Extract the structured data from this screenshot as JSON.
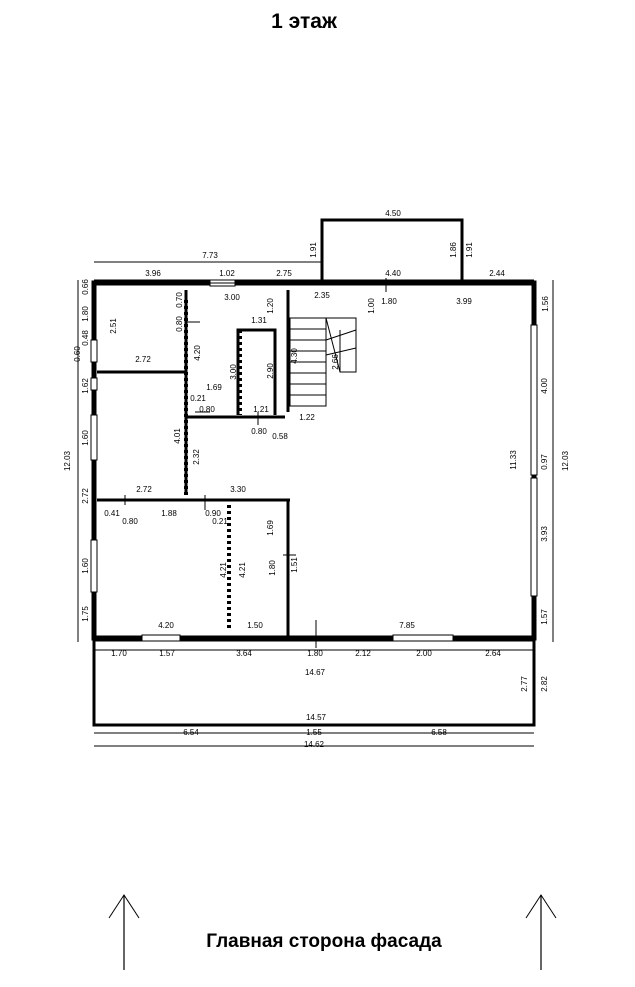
{
  "title": "1 этаж",
  "footer_caption": "Главная сторона фасада",
  "dims": {
    "d_773": "7.73",
    "d_450": "4.50",
    "d_191a": "1.91",
    "d_186": "1.86",
    "d_191b": "1.91",
    "d_396": "3.96",
    "d_102": "1.02",
    "d_275": "2.75",
    "d_440": "4.40",
    "d_244": "2.44",
    "d_066": "0.66",
    "d_300a": "3.00",
    "d_070": "0.70",
    "d_120a": "1.20",
    "d_235": "2.35",
    "d_100": "1.00",
    "d_180a": "1.80",
    "d_399": "3.99",
    "d_156": "1.56",
    "d_180b": "1.80",
    "d_048": "0.48",
    "d_251": "2.51",
    "d_080a": "0.80",
    "d_131": "1.31",
    "d_060": "0.60",
    "d_272a": "2.72",
    "d_420a": "4.20",
    "d_300b": "3.00",
    "d_290": "2.90",
    "d_430": "4.30",
    "d_266": "2.66",
    "d_169a": "1.69",
    "d_162": "1.62",
    "d_400": "4.00",
    "d_021a": "0.21",
    "d_080b": "0.80",
    "d_121": "1.21",
    "d_122": "1.22",
    "d_080c": "0.80",
    "d_058": "0.58",
    "d_1203a": "12.03",
    "d_160a": "1.60",
    "d_401": "4.01",
    "d_232": "2.32",
    "d_1133": "11.33",
    "d_097": "0.97",
    "d_1203b": "12.03",
    "d_272b": "2.72",
    "d_330": "3.30",
    "d_272c": "2.72",
    "d_041": "0.41",
    "d_080d": "0.80",
    "d_188": "1.88",
    "d_090": "0.90",
    "d_021b": "0.21",
    "d_169b": "1.69",
    "d_393": "3.93",
    "d_421a": "4.21",
    "d_421b": "4.21",
    "d_180c": "1.80",
    "d_151": "1.51",
    "d_160b": "1.60",
    "d_175": "1.75",
    "d_157a": "1.57",
    "d_420b": "4.20",
    "d_150": "1.50",
    "d_785": "7.85",
    "d_170": "1.70",
    "d_157b": "1.57",
    "d_364": "3.64",
    "d_180d": "1.80",
    "d_212": "2.12",
    "d_200": "2.00",
    "d_264": "2.64",
    "d_1467": "14.67",
    "d_277": "2.77",
    "d_282": "2.82",
    "d_1457": "14.57",
    "d_654": "6.54",
    "d_155": "1.55",
    "d_658": "6.58",
    "d_1462": "14.62"
  }
}
